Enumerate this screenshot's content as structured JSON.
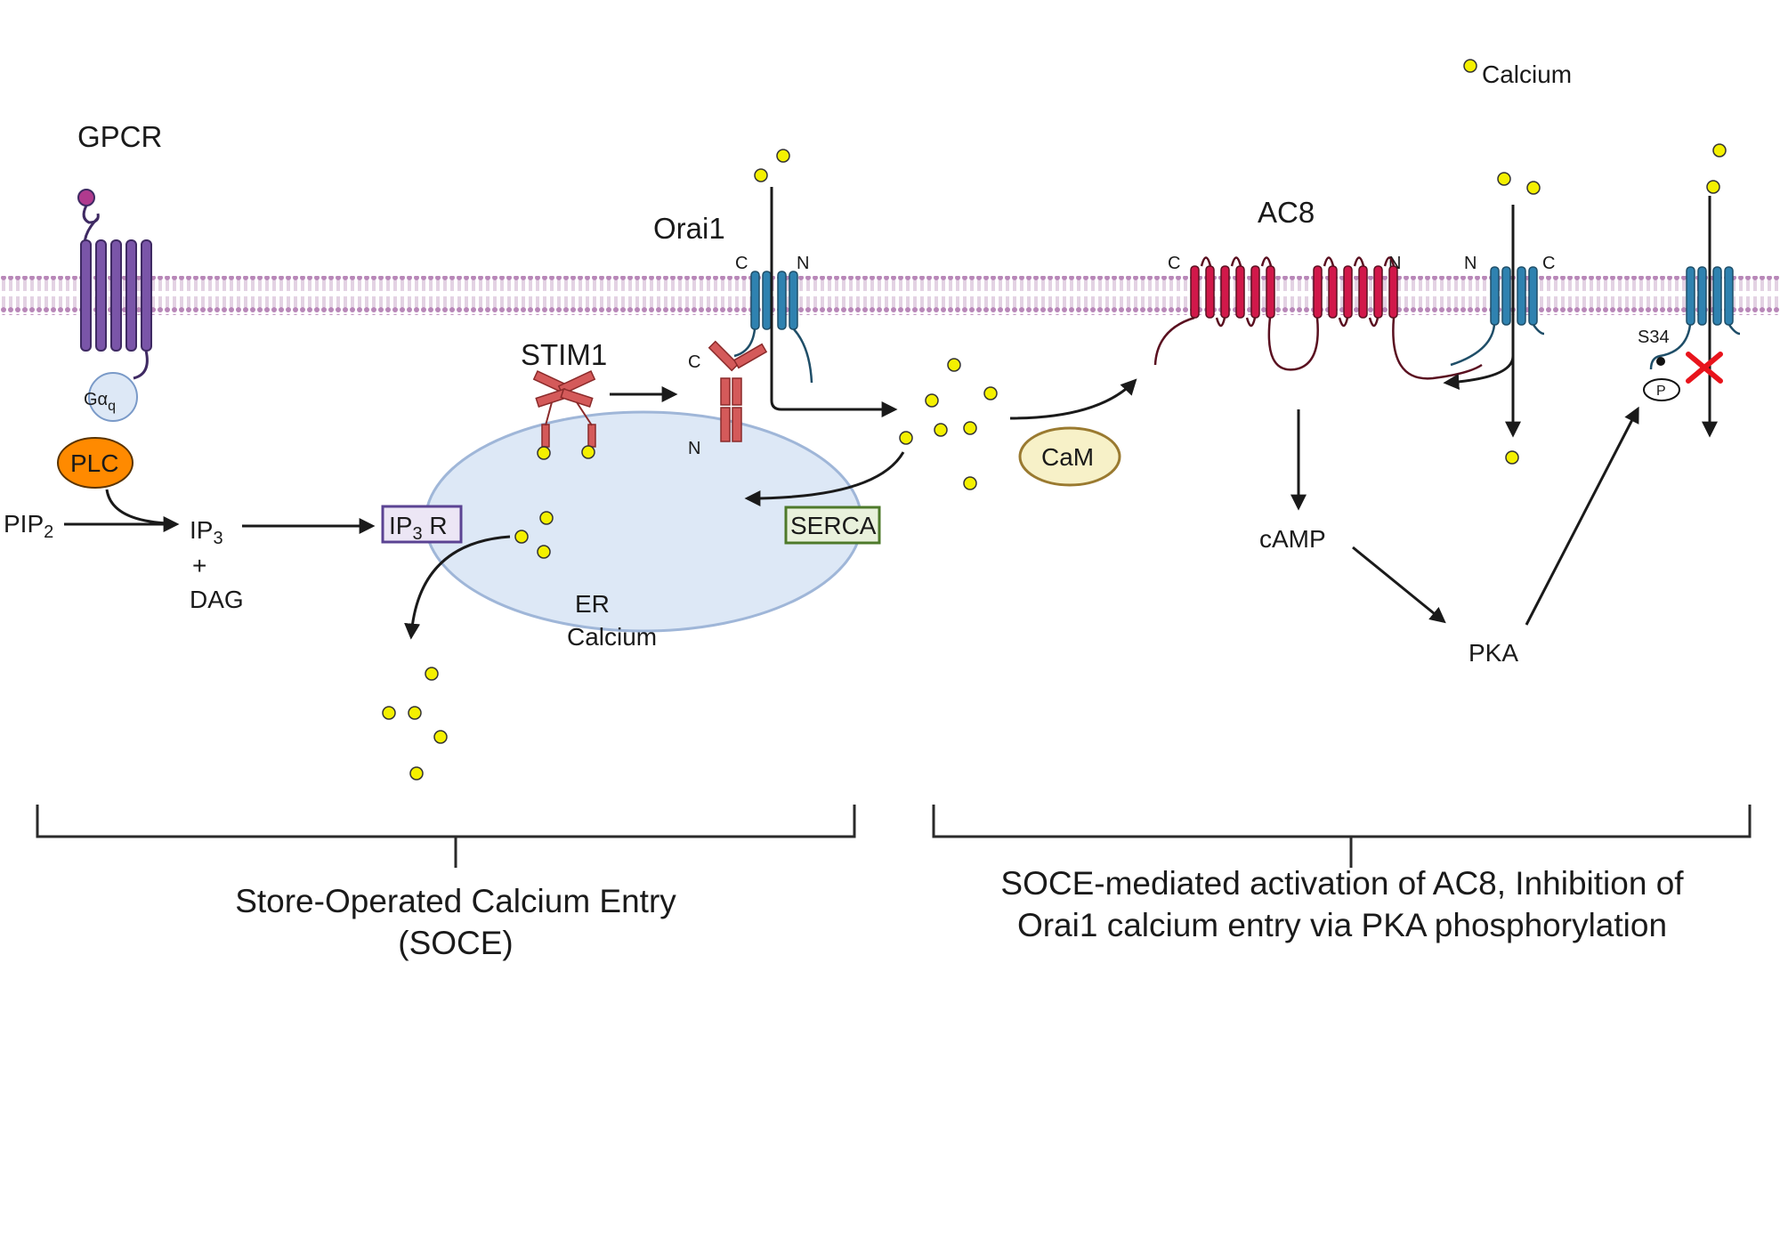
{
  "legend": {
    "calcium": "Calcium"
  },
  "labels": {
    "gpcr": "GPCR",
    "gaq_main": "Gα",
    "gaq_sub": "q",
    "plc": "PLC",
    "pip2_main": "PIP",
    "pip2_sub": "2",
    "ip3_main": "IP",
    "ip3_sub": "3",
    "plus": "+",
    "dag": "DAG",
    "ip3r_main": "IP",
    "ip3r_sub": "3",
    "ip3r_tail": " R",
    "stim1": "STIM1",
    "stim_c": "C",
    "stim_n": "N",
    "orai1": "Orai1",
    "orai_c": "C",
    "orai_n": "N",
    "er_line1": "ER",
    "er_line2": "Calcium",
    "serca": "SERCA",
    "cam": "CaM",
    "ac8": "AC8",
    "ac8_c": "C",
    "ac8_n": "N",
    "orai2_n": "N",
    "orai2_c": "C",
    "camp": "cAMP",
    "pka": "PKA",
    "s34": "S34",
    "phos": "P"
  },
  "captions": {
    "left_line1": "Store-Operated Calcium Entry",
    "left_line2": "(SOCE)",
    "right_line1": "SOCE-mediated activation of AC8, Inhibition of",
    "right_line2": "Orai1 calcium entry via PKA phosphorylation"
  },
  "colors": {
    "membrane": "#b887b8",
    "gpcr": "#7a55a8",
    "gpcr_dark": "#3f2a63",
    "orai": "#2f82b0",
    "orai_dark": "#1f4e68",
    "ac8": "#d1184a",
    "ac8_dark": "#5a1020",
    "stim": "#d45a5a",
    "calcium": "#f4f000",
    "er_fill": "#dde8f6",
    "er_stroke": "#9fb6d8",
    "plc": "#ff8a00",
    "cam_fill": "#f7f1c8",
    "cam_stroke": "#9a7a30",
    "serca_fill": "#e9f1dc",
    "serca_stroke": "#4e7a2b",
    "ip3r_fill": "#ece6f5",
    "ip3r_stroke": "#5b4393",
    "inhibit": "#e8141c"
  }
}
